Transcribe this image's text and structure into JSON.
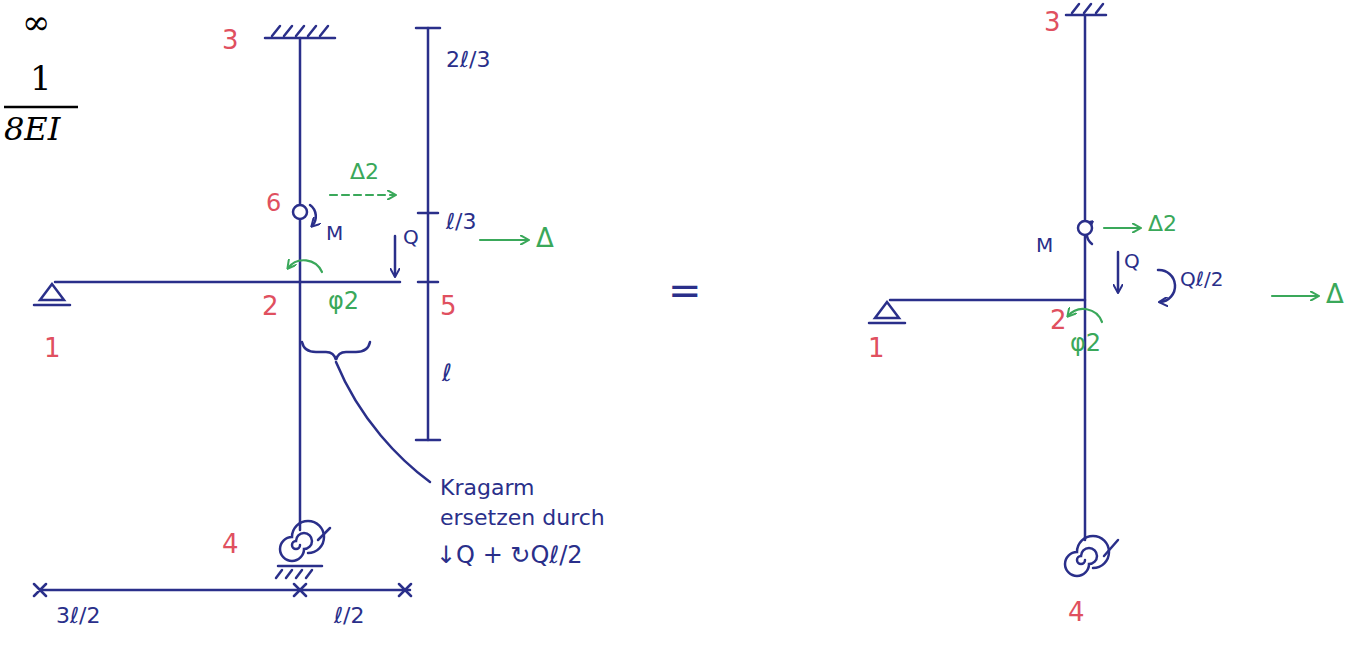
{
  "diagram": {
    "labels": [
      "∞",
      "1",
      "8EI",
      "3",
      "2ℓ/3",
      "Δ2",
      "6",
      "M",
      "Q",
      "ℓ/3",
      "Δ",
      "1",
      "2",
      "φ2",
      "5",
      "ℓ",
      "Kragarm",
      "ersetzen durch",
      "4",
      "↓Q + ↻Qℓ/2",
      "3ℓ/2",
      "ℓ/2",
      "=",
      "3",
      "M",
      "Δ2",
      "Q",
      "Qℓ/2",
      "Δ",
      "1",
      "2",
      "φ2",
      "4"
    ]
  }
}
